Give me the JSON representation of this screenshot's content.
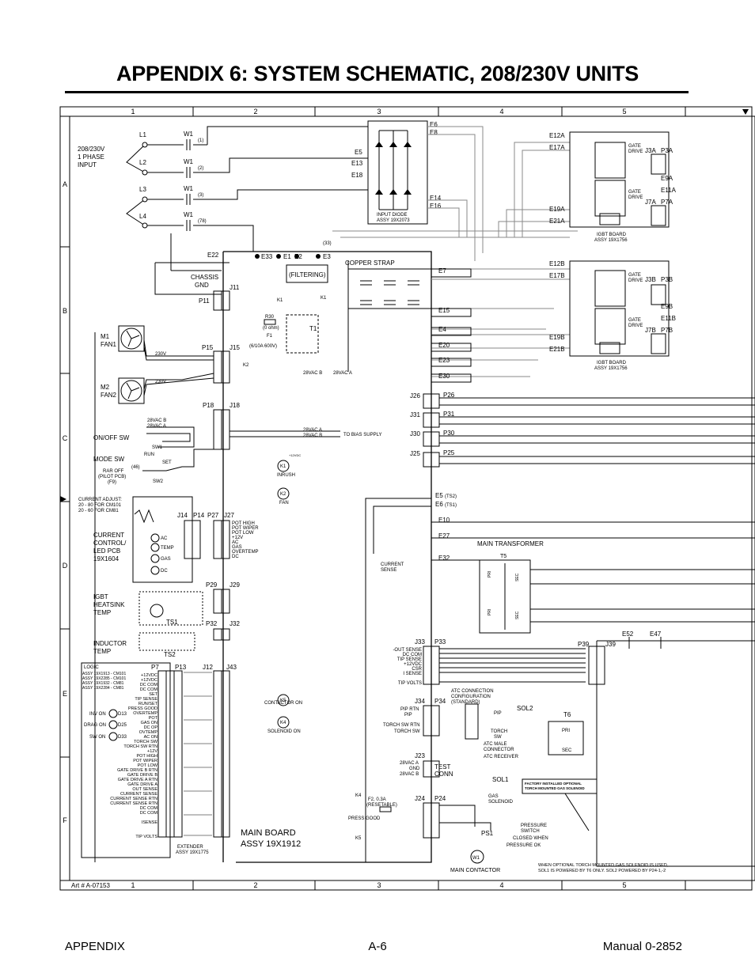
{
  "page_title": "APPENDIX 6:  SYSTEM SCHEMATIC, 208/230V UNITS",
  "footer": {
    "left": "APPENDIX",
    "center": "A-6",
    "right": "Manual 0-2852"
  },
  "grid": {
    "columns": [
      "1",
      "2",
      "3",
      "4",
      "5"
    ],
    "rows": [
      "A",
      "B",
      "C",
      "D",
      "E",
      "F"
    ],
    "art_number": "Art # A-07153"
  },
  "labels": {
    "input": [
      "208/230V",
      "1 PHASE",
      "INPUT"
    ],
    "lines": [
      "L1",
      "L2",
      "L3",
      "L4"
    ],
    "w1": "W1",
    "wire_nums": [
      "(1)",
      "(2)",
      "(3)",
      "(78)"
    ],
    "e6": "E6",
    "e8": "E8",
    "e5": "E5",
    "e13": "E13",
    "e18": "E18",
    "e14": "E14",
    "e16": "E16",
    "input_diode": [
      "INPUT DIODE",
      "ASSY 19X2073"
    ],
    "e12a": "E12A",
    "e17a": "E17A",
    "e19a": "E19A",
    "e21a": "E21A",
    "e12b": "E12B",
    "e17b": "E17B",
    "e19b": "E19B",
    "e21b": "E21B",
    "gate_drive": [
      "GATE",
      "DRIVE"
    ],
    "j3a": "J3A",
    "p3a": "P3A",
    "j7a": "J7A",
    "p7a": "P7A",
    "e9a": "E9A",
    "e11a": "E11A",
    "j3b": "J3B",
    "p3b": "P3B",
    "j7b": "J7B",
    "p7b": "P7B",
    "e9b": "E9B",
    "e11b": "E11B",
    "igbt_board": [
      "IGBT BOARD",
      "ASSY 19X1756"
    ],
    "e22": "E22",
    "e33": "E33",
    "e1": "E1",
    "e2": "E2",
    "e3": "E3",
    "filtering": "(FILTERING)",
    "copper_strap": "COPPER STRAP",
    "w33": "(33)",
    "chassis_gnd": [
      "CHASSIS",
      "GND"
    ],
    "p11": "P11",
    "j11": "J11",
    "k1": "K1",
    "r30": "R30",
    "r30v": "(0 ohm)",
    "f1": "F1",
    "f1v": "(6/10A 600V)",
    "t1": "T1",
    "k2": "K2",
    "p15": "P15",
    "j15": "J15",
    "e7": "E7",
    "e15": "E15",
    "e4": "E4",
    "e20": "E20",
    "e23": "E23",
    "e30": "E30",
    "m1": [
      "M1",
      "FAN1"
    ],
    "m2": [
      "M2",
      "FAN2"
    ],
    "v230": "230V",
    "vac28b": "28VAC B",
    "vac28a": "28VAC A",
    "p18": "P18",
    "j18": "J18",
    "on_off_sw": "ON/OFF SW",
    "sw1": "SW1",
    "run": "RUN",
    "set": "SET",
    "mode_sw": "MODE SW",
    "w46": "(46)",
    "rar_off": [
      "RAR OFF",
      "(PILOT PCB)",
      "(F9)"
    ],
    "sw2": "SW2",
    "to_bias": "TO BIAS SUPPLY",
    "inrush": "INRUSH",
    "fan": "FAN",
    "v12": "+12VDC",
    "j26": "J26",
    "p26": "P26",
    "j31": "J31",
    "p31": "P31",
    "j30": "J30",
    "p30": "P30",
    "j25": "J25",
    "p25": "P25",
    "current_adjust": [
      "CURRENT ADJUST:",
      "20  -  80 FOR CM101",
      "20  -  60 FOR CM81"
    ],
    "j14": "J14",
    "p14": "P14",
    "p27": "P27",
    "j27": "J27",
    "pot_sigs": [
      "POT HIGH",
      "POT WIPER",
      "POT LOW",
      "+12V",
      "AC",
      "GAS",
      "OVERTEMP",
      "DC"
    ],
    "ccled": [
      "CURRENT",
      "CONTROL/",
      "LED PCB",
      "19X1604"
    ],
    "led_ac": "AC",
    "led_temp": "TEMP",
    "led_gas": "GAS",
    "led_dc": "DC",
    "e5ts": "E5",
    "e6ts": "E6",
    "ts2": "(TS2)",
    "ts1": "(TS1)",
    "e10": "E10",
    "e27": "E27",
    "e32": "E32",
    "current_sense": [
      "CURRENT",
      "SENSE"
    ],
    "main_transformer": "MAIN TRANSFORMER",
    "t5": "T5",
    "pri": "PRI",
    "sec": "SEC",
    "igbt_temp": [
      "IGBT",
      "HEATSINK",
      "TEMP"
    ],
    "p29": "P29",
    "j29": "J29",
    "ts1n": "TS1",
    "inductor_temp": [
      "INDUCTOR",
      "TEMP"
    ],
    "p32": "P32",
    "j32": "J32",
    "ts2n": "TS2",
    "j33": "J33",
    "p33": "P33",
    "j33_sigs": [
      "-OUT SENSE",
      "DC COM",
      "TIP SENSE",
      "+12VDC",
      "CSR",
      "I SENSE",
      "TIP VOLTS"
    ],
    "p39": "P39",
    "j39": "J39",
    "e52": "E52",
    "e47": "E47",
    "logic": "LOGIC",
    "logic_assy": [
      "ASSY 19X1913 - CM101",
      "ASSY 19X2285 - CM101",
      "ASSY 19X1932 - CM81",
      "ASSY 19X2284 - CM81"
    ],
    "p7": "P7",
    "p13": "P13",
    "j12": "J12",
    "j43": "J43",
    "logic_sigs": [
      "+12VDC",
      "+12VDC",
      "DC COM",
      "DC COM",
      "SET",
      "TIP SENSE",
      "RUN/SET",
      "PRESS GOOD",
      "OVERTEMP",
      "POT",
      "GAS ON",
      "DC OP",
      "OVTEMP",
      "AC ON",
      "TORCH SW",
      "TORCH SW RTN",
      "+12V",
      "POT HIGH",
      "POT WIPER",
      "POT LOW",
      "GATE DRIVE B RTN",
      "GATE DRIVE B",
      "GATE DRIVE A RTN",
      "GATE DRIVE A",
      "OUT SENSE",
      "CURRENT SENSE",
      "CURRENT SENSE RTN",
      "CURRENT SENSE RTN",
      "DC COM",
      "DC COM",
      "",
      "ISENSE",
      "",
      "",
      "TIP VOLTS"
    ],
    "inv_on": "INV ON",
    "d13": "D13",
    "drag_on": "DRAG ON",
    "d25": "D25",
    "sw_on": "SW ON",
    "d33": "D33",
    "contactor_on": "CONTACTOR ON",
    "k5": "K5",
    "solenoid_on": "SOLENOID ON",
    "k4": "K4",
    "main_board": [
      "MAIN BOARD",
      "ASSY 19X1912"
    ],
    "extender": [
      "EXTENDER",
      "ASSY 19X1775"
    ],
    "atc": [
      "ATC CONNECTION",
      "CONFIGURATION",
      "(STANDARD)"
    ],
    "j34": "J34",
    "p34": "P34",
    "pip_rtn": "PIP RTN",
    "pip": "PIP",
    "torch_sw_rtn": "TORCH SW RTN",
    "torch_sw": "TORCH SW",
    "sol2": "SOL2",
    "t6": "T6",
    "torch_sw2": [
      "TORCH",
      "SW"
    ],
    "atc_male": [
      "ATC MALE",
      "CONNECTOR"
    ],
    "atc_receiver": "ATC RECEIVER",
    "j23": "J23",
    "test_conn": [
      "TEST",
      "CONN"
    ],
    "gnd": "GND",
    "sol1": "SOL1",
    "gas_solenoid": [
      "GAS",
      "SOLENOID"
    ],
    "factory": [
      "FACTORY INSTALLED OPTIONAL",
      "TORCH MOUNTED GAS SOLENOID"
    ],
    "f2": [
      "F2, 0.3A",
      "(RESETABLE)"
    ],
    "press_good": "PRESS GOOD",
    "j24": "J24",
    "p24": "P24",
    "ps1": "PS1",
    "pressure_switch": [
      "PRESSURE",
      "SWITCH"
    ],
    "closed_when": "CLOSED WHEN",
    "pressure_ok": "PRESSURE OK",
    "w1_bottom": "W1",
    "main_contactor": "MAIN  CONTACTOR",
    "optional_note": [
      "WHEN OPTIONAL TORCH MOUNTED GAS SOLENOID IS USED,",
      "SOL1 IS POWERED BY T6 ONLY. SOL2 POWERED BY P24-1,-2"
    ]
  }
}
